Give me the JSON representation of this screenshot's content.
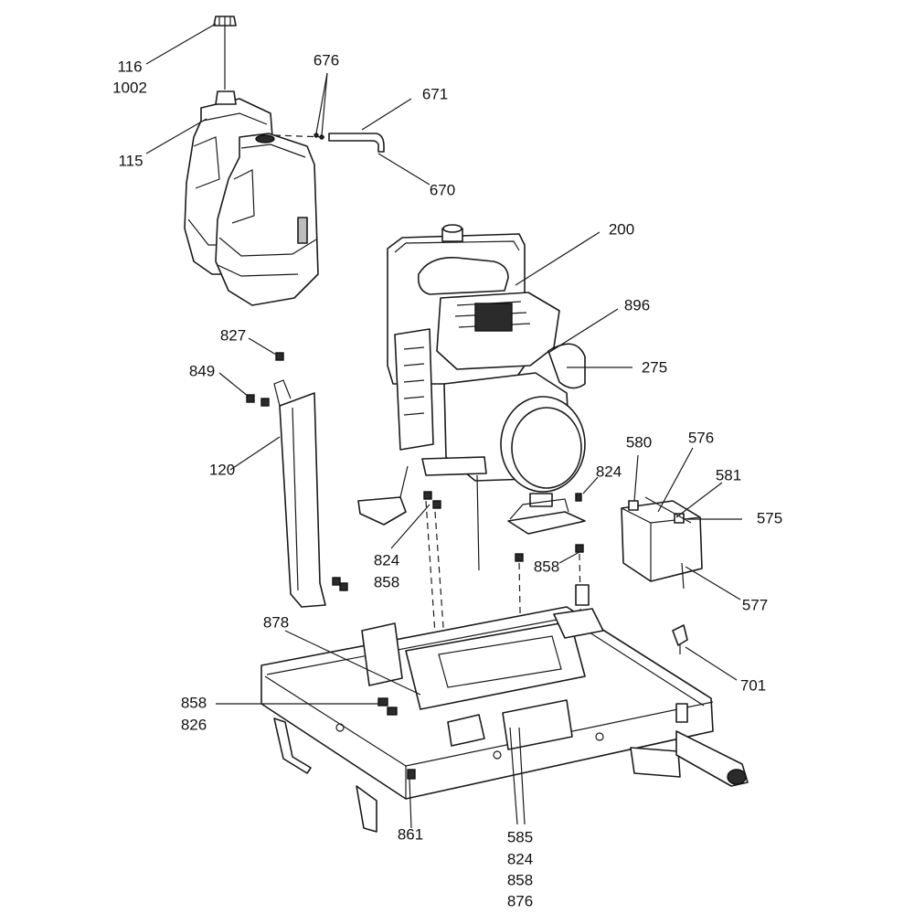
{
  "colors": {
    "line": "#1a1a1a",
    "fill_light": "#ffffff",
    "fill_gray": "#bdbdbd",
    "fill_dark": "#2b2b2b"
  },
  "callouts": {
    "c116": "116",
    "c1002": "1002",
    "c115": "115",
    "c676": "676",
    "c671": "671",
    "c670": "670",
    "c200": "200",
    "c896": "896",
    "c275": "275",
    "c827": "827",
    "c849": "849",
    "c120": "120",
    "c580": "580",
    "c576": "576",
    "c581": "581",
    "c575": "575",
    "c577": "577",
    "c824a": "824",
    "c824b": "824",
    "c858a": "858",
    "c858b": "858",
    "c878": "878",
    "c858c": "858",
    "c826": "826",
    "c701": "701",
    "c861": "861",
    "c585": "585",
    "c824c": "824",
    "c858d": "858",
    "c876": "876"
  }
}
